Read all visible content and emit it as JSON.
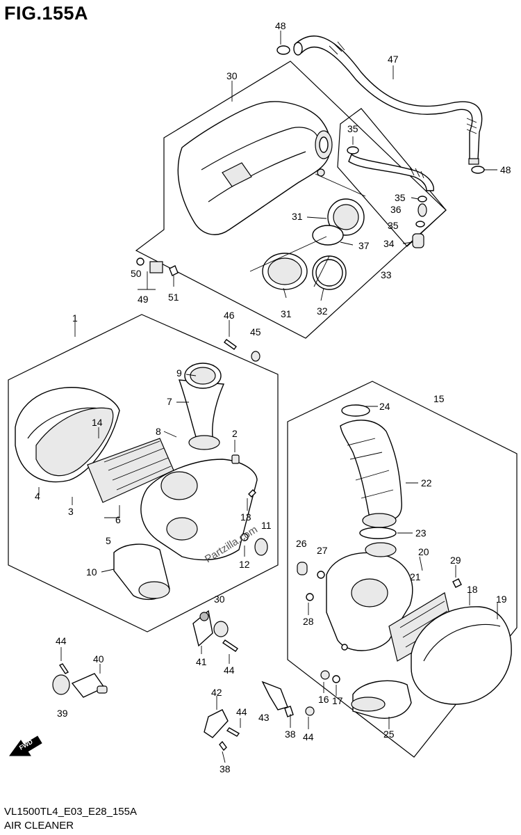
{
  "figure": {
    "title": "FIG.155A",
    "model_code": "VL1500TL4_E03_E28_155A",
    "subtitle": "AIR CLEANER",
    "watermark": "Partzilla.com",
    "fwd_marker": "FWD"
  },
  "callouts": [
    {
      "id": "c48a",
      "label": "48"
    },
    {
      "id": "c47",
      "label": "47"
    },
    {
      "id": "c48b",
      "label": "48"
    },
    {
      "id": "c30",
      "label": "30"
    },
    {
      "id": "c35a",
      "label": "35"
    },
    {
      "id": "c35b",
      "label": "35"
    },
    {
      "id": "c36",
      "label": "36"
    },
    {
      "id": "c35c",
      "label": "35"
    },
    {
      "id": "c34",
      "label": "34"
    },
    {
      "id": "c33",
      "label": "33"
    },
    {
      "id": "c31a",
      "label": "31"
    },
    {
      "id": "c37",
      "label": "37"
    },
    {
      "id": "c31b",
      "label": "31"
    },
    {
      "id": "c32",
      "label": "32"
    },
    {
      "id": "c50",
      "label": "50"
    },
    {
      "id": "c49",
      "label": "49"
    },
    {
      "id": "c51",
      "label": "51"
    },
    {
      "id": "c46",
      "label": "46"
    },
    {
      "id": "c45",
      "label": "45"
    },
    {
      "id": "c1",
      "label": "1"
    },
    {
      "id": "c9",
      "label": "9"
    },
    {
      "id": "c7",
      "label": "7"
    },
    {
      "id": "c8",
      "label": "8"
    },
    {
      "id": "c2",
      "label": "2"
    },
    {
      "id": "c14",
      "label": "14"
    },
    {
      "id": "c4",
      "label": "4"
    },
    {
      "id": "c3",
      "label": "3"
    },
    {
      "id": "c6",
      "label": "6"
    },
    {
      "id": "c5",
      "label": "5"
    },
    {
      "id": "c13",
      "label": "13"
    },
    {
      "id": "c11",
      "label": "11"
    },
    {
      "id": "c12",
      "label": "12"
    },
    {
      "id": "c10",
      "label": "10"
    },
    {
      "id": "c15",
      "label": "15"
    },
    {
      "id": "c24",
      "label": "24"
    },
    {
      "id": "c22",
      "label": "22"
    },
    {
      "id": "c23",
      "label": "23"
    },
    {
      "id": "c26",
      "label": "26"
    },
    {
      "id": "c27",
      "label": "27"
    },
    {
      "id": "c20",
      "label": "20"
    },
    {
      "id": "c29",
      "label": "29"
    },
    {
      "id": "c21",
      "label": "21"
    },
    {
      "id": "c18",
      "label": "18"
    },
    {
      "id": "c19",
      "label": "19"
    },
    {
      "id": "c28",
      "label": "28"
    },
    {
      "id": "c30b",
      "label": "30"
    },
    {
      "id": "c41",
      "label": "41"
    },
    {
      "id": "c44a",
      "label": "44"
    },
    {
      "id": "c44b",
      "label": "44"
    },
    {
      "id": "c40",
      "label": "40"
    },
    {
      "id": "c39",
      "label": "39"
    },
    {
      "id": "c42",
      "label": "42"
    },
    {
      "id": "c44c",
      "label": "44"
    },
    {
      "id": "c43",
      "label": "43"
    },
    {
      "id": "c38a",
      "label": "38"
    },
    {
      "id": "c44d",
      "label": "44"
    },
    {
      "id": "c38b",
      "label": "38"
    },
    {
      "id": "c16",
      "label": "16"
    },
    {
      "id": "c17",
      "label": "17"
    },
    {
      "id": "c25",
      "label": "25"
    }
  ]
}
